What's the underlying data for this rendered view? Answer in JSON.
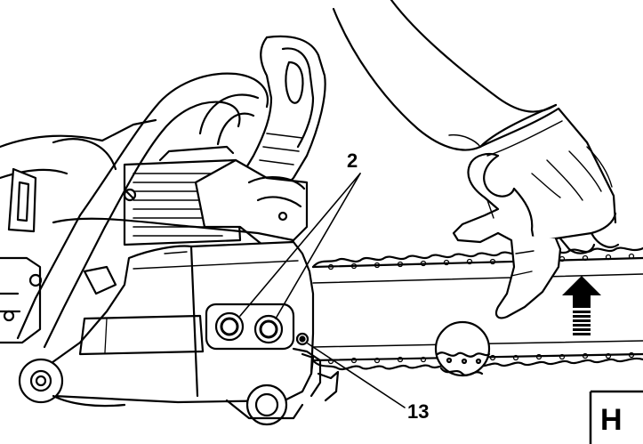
{
  "figure": {
    "panel_label": "H",
    "callouts": {
      "screws": "2",
      "tension_screw": "13"
    }
  },
  "colors": {
    "ink": "#000000",
    "paper": "#ffffff"
  },
  "icons": [
    "arrow-up-icon"
  ]
}
